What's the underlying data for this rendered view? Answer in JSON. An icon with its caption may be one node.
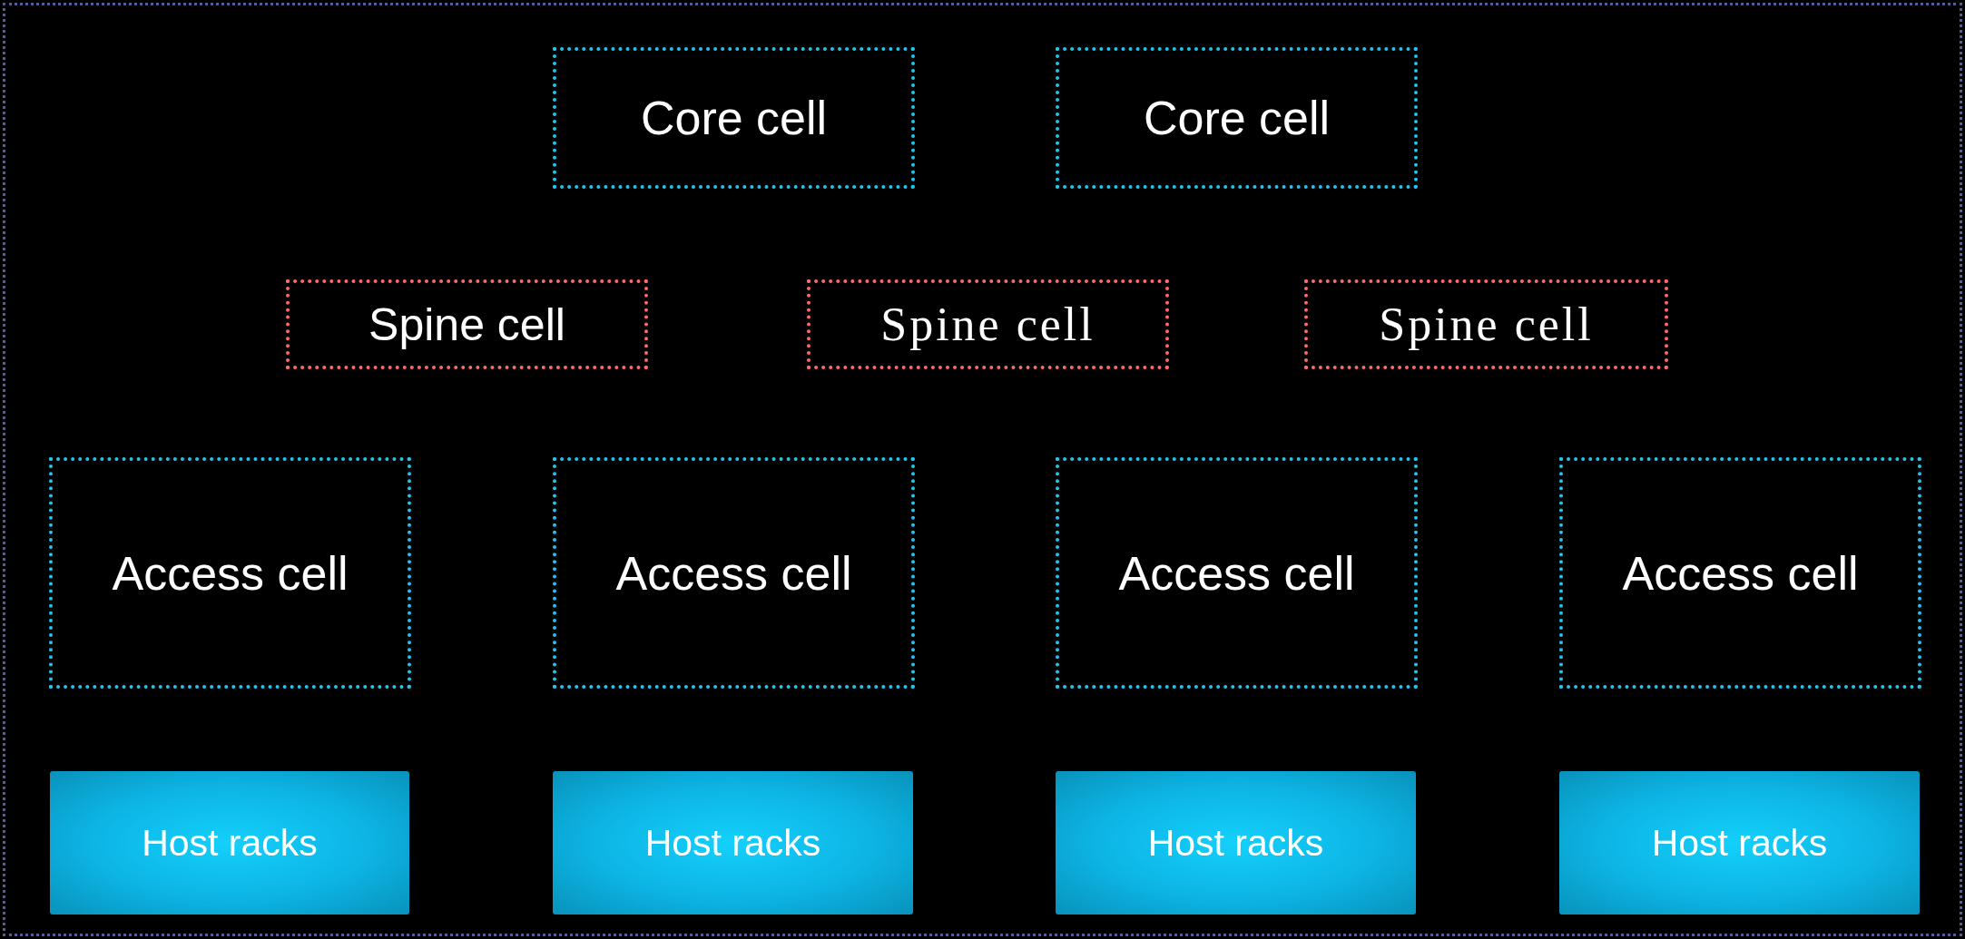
{
  "diagram": {
    "nodes": [
      {
        "text": [
          "Core cell"
        ]
      },
      {
        "text": [
          "Core cell"
        ]
      },
      {
        "text": [
          "Spine cell"
        ]
      },
      {
        "text": [
          "Spine cell"
        ]
      },
      {
        "text": [
          "Spine cell"
        ]
      },
      {
        "text": [
          "Access cell"
        ]
      },
      {
        "text": [
          "Access cell"
        ]
      },
      {
        "text": [
          "Access cell"
        ]
      },
      {
        "text": [
          "Access cell"
        ]
      },
      {
        "text": [
          "Host racks"
        ]
      },
      {
        "text": [
          "Host racks"
        ]
      },
      {
        "text": [
          "Host racks"
        ]
      },
      {
        "text": [
          "Host racks"
        ]
      }
    ]
  }
}
